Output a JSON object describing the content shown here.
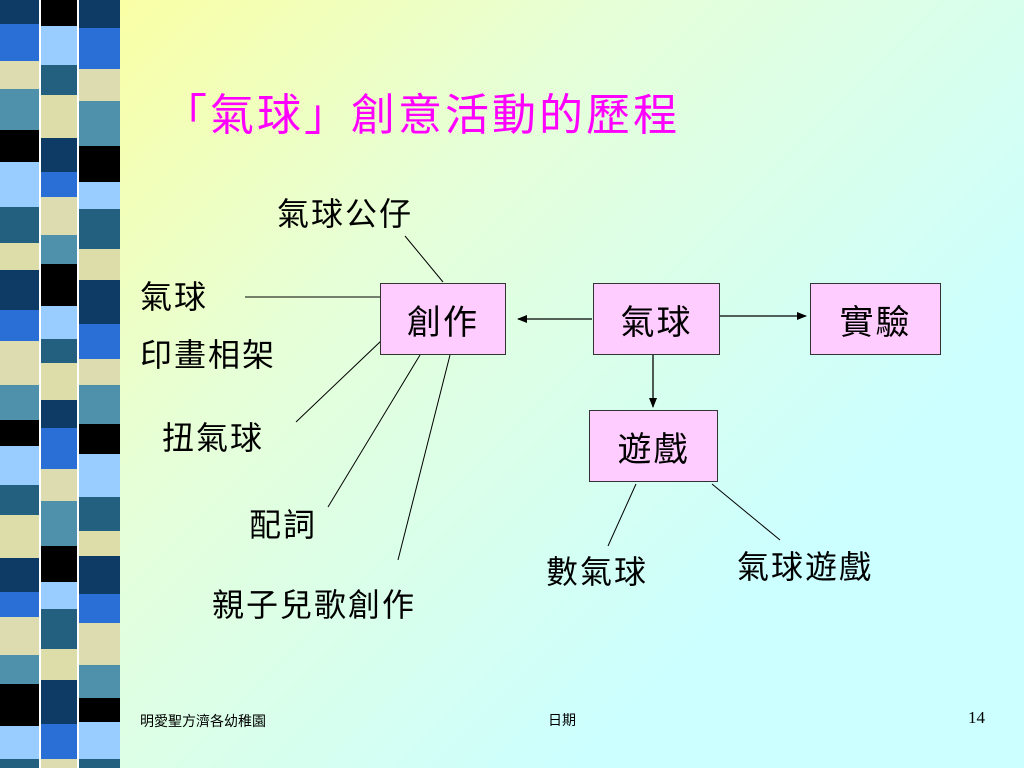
{
  "slide": {
    "title": "「氣球」創意活動的歷程",
    "accent_color": "#ff00ff",
    "node_fill_color": "#ffccff"
  },
  "nodes": {
    "creation": "創作",
    "balloon": "氣球",
    "experiment": "實驗",
    "game": "遊戲"
  },
  "creation_branches": {
    "balloon_doll": "氣球公仔",
    "balloon_frame_line1": "氣球",
    "balloon_frame_line2": "印畫相架",
    "twist_balloon": "扭氣球",
    "lyrics": "配詞",
    "nursery_rhyme": "親子兒歌創作"
  },
  "game_branches": {
    "count_balloons": "數氣球",
    "balloon_games": "氣球遊戲"
  },
  "footer": {
    "school": "明愛聖方濟各幼稚園",
    "date": "日期",
    "page_number": "14"
  }
}
